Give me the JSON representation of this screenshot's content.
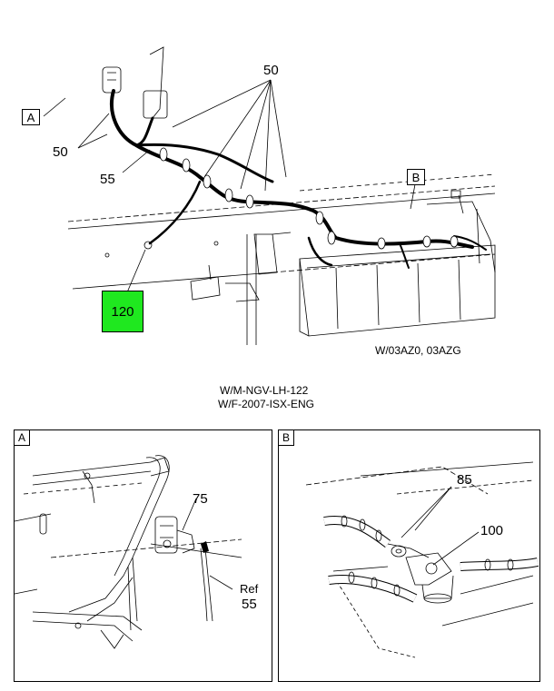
{
  "main_view": {
    "view_tag_a": "A",
    "view_tag_b": "B",
    "callouts": {
      "c50_top": "50",
      "c50_left": "50",
      "c55": "55"
    },
    "hotspot_120": "120",
    "model_note": "W/03AZ0, 03AZG"
  },
  "captions": {
    "line1": "W/M-NGV-LH-122",
    "line2": "W/F-2007-ISX-ENG"
  },
  "detail_a": {
    "tag": "A",
    "callout_75": "75",
    "ref_label": "Ref",
    "ref_num": "55"
  },
  "detail_b": {
    "tag": "B",
    "callout_85": "85",
    "callout_100": "100"
  },
  "colors": {
    "hotspot": "#1fe81f",
    "line": "#000000"
  }
}
